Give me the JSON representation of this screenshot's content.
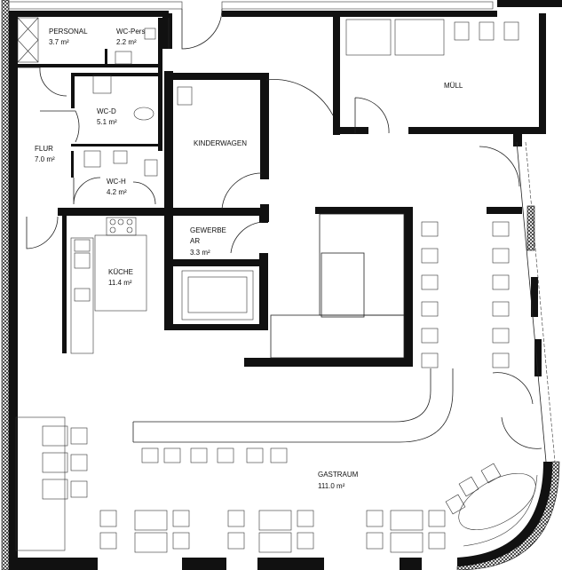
{
  "plan": {
    "rooms": [
      {
        "id": "personal",
        "name": "PERSONAL",
        "area": "3.7 m²"
      },
      {
        "id": "wc_pers",
        "name": "WC-Pers",
        "area": "2.2 m²"
      },
      {
        "id": "wc_d",
        "name": "WC-D",
        "area": "5.1 m²"
      },
      {
        "id": "flur",
        "name": "FLUR",
        "area": "7.0 m²"
      },
      {
        "id": "wc_h",
        "name": "WC-H",
        "area": "4.2 m²"
      },
      {
        "id": "kinderwagen",
        "name": "KINDERWAGEN",
        "area": ""
      },
      {
        "id": "gewerbe",
        "name": "GEWERBE",
        "name2": "AR",
        "area": "3.3 m²"
      },
      {
        "id": "kueche",
        "name": "KÜCHE",
        "area": "11.4 m²"
      },
      {
        "id": "muell",
        "name": "MÜLL",
        "area": ""
      },
      {
        "id": "gastraum",
        "name": "GASTRAUM",
        "area": "111.0 m²"
      }
    ],
    "colors": {
      "wall": "#111111",
      "line": "#222222",
      "background": "#ffffff"
    }
  }
}
